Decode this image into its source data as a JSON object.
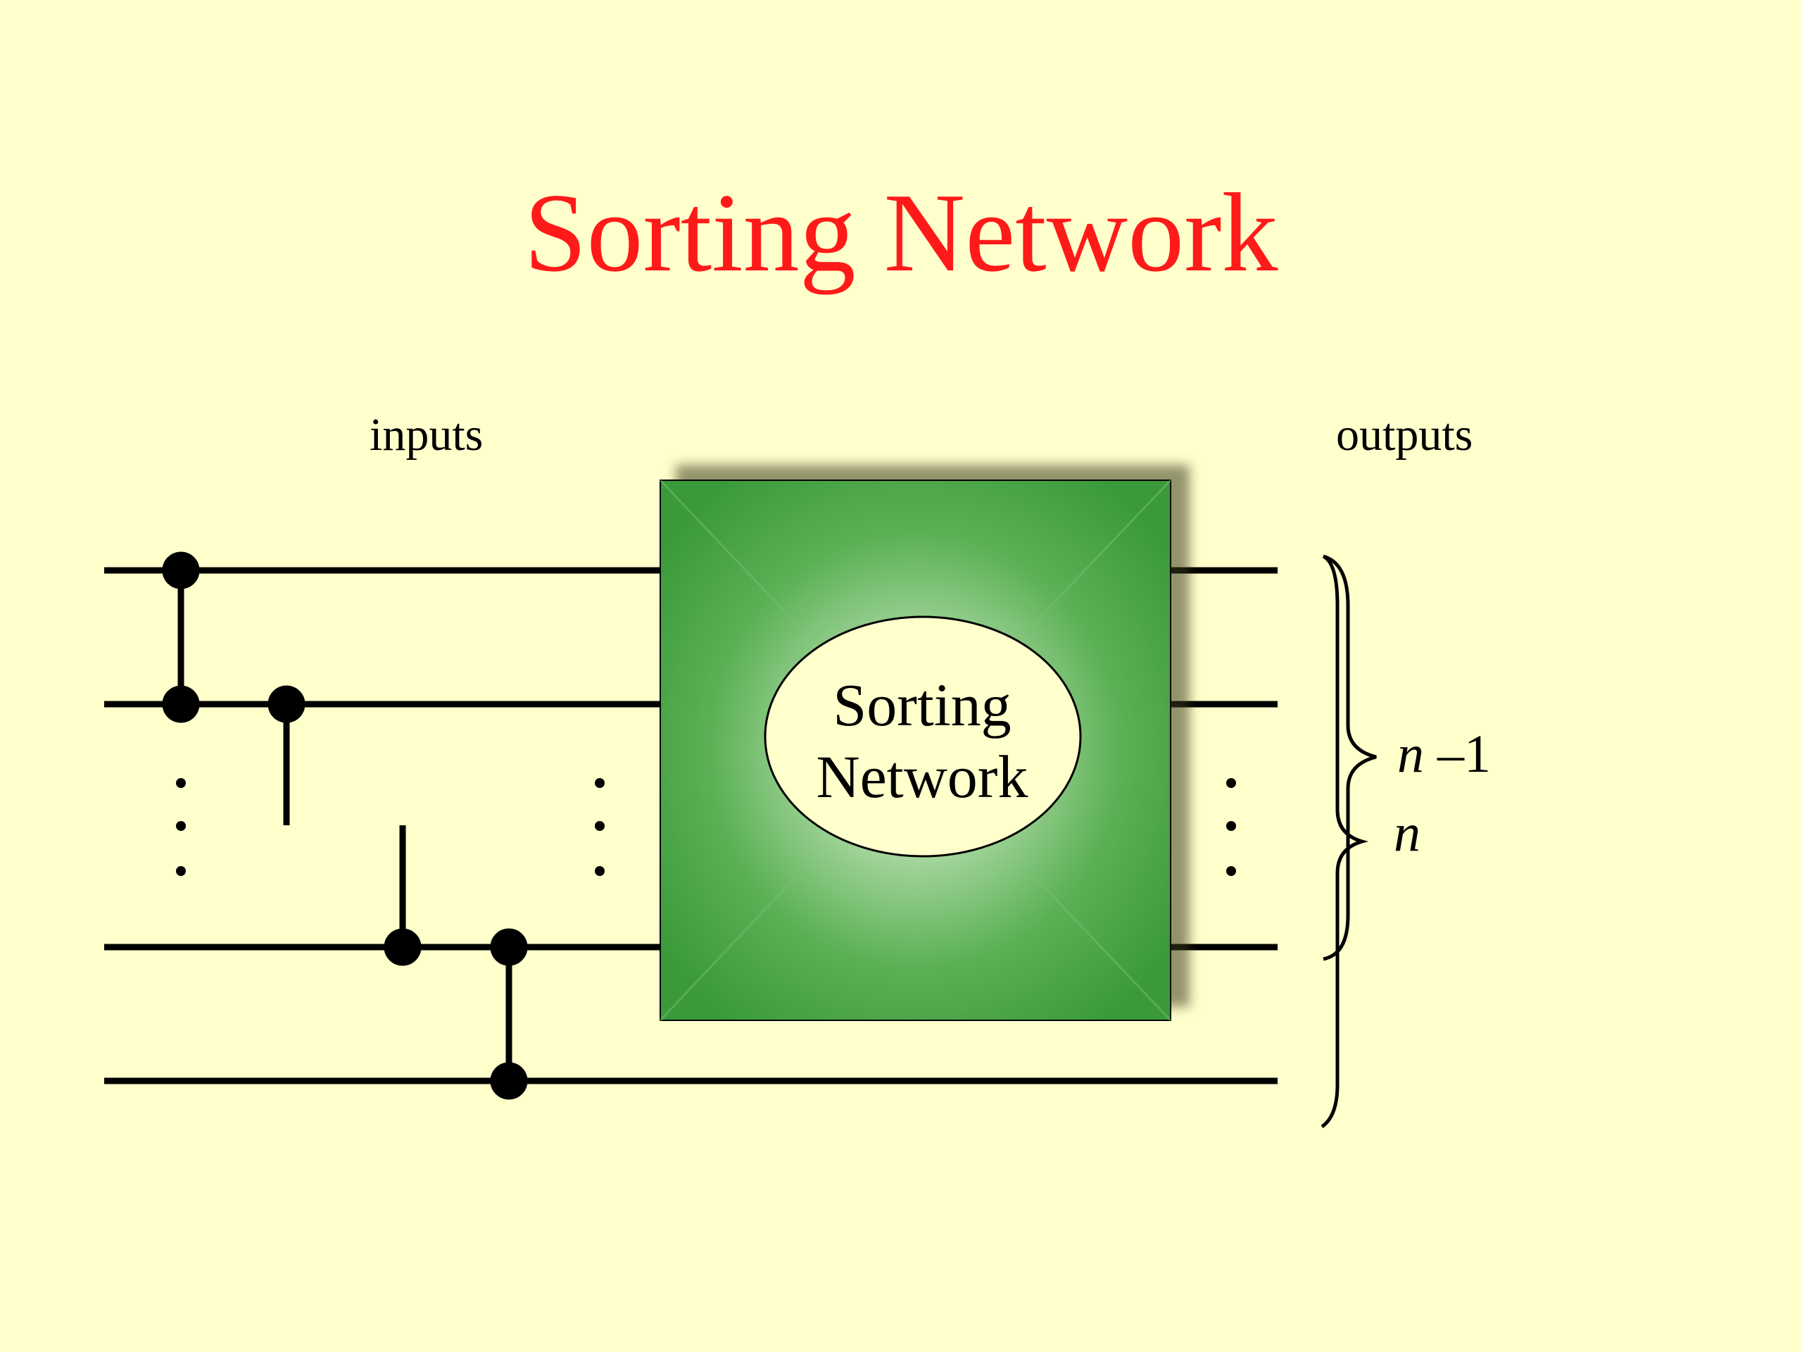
{
  "title": "Sorting Network",
  "inputs_label": "inputs",
  "outputs_label": "outputs",
  "box": {
    "line1": "Sorting",
    "line2": "Network"
  },
  "brace_labels": {
    "n_minus_1": {
      "var": "n",
      "op": " –",
      "num": "1"
    },
    "n": "n"
  },
  "colors": {
    "background": "#ffffcc",
    "title": "#ff1a1a",
    "box": "#3a9a3a",
    "lines": "#000000"
  }
}
